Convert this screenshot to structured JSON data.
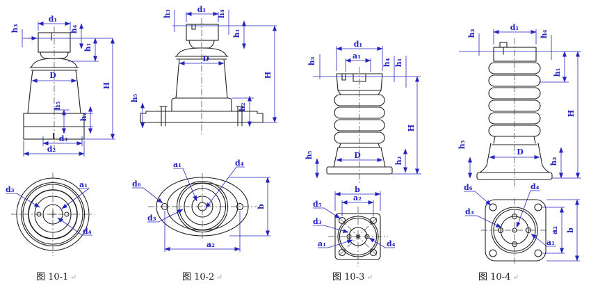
{
  "page": {
    "background": "#ffffff",
    "dimension_color": "#2323c0",
    "outline_color": "#1f1f1f"
  },
  "figures": [
    {
      "caption": "图 10-1",
      "return_mark": "↵",
      "side": {
        "h3": "h₃",
        "d1": "d₁",
        "h4": "h₄",
        "h1": "h₁",
        "D": "D",
        "H": "H",
        "h5": "h₅",
        "h2": "h₂",
        "d3": "d₃",
        "d2": "d₂"
      },
      "bottom": {
        "d3": "d₃",
        "a1": "a₁",
        "d4": "d₄"
      }
    },
    {
      "caption": "图 10-2",
      "return_mark": "↵",
      "side": {
        "h3": "h₃",
        "d1": "d₁",
        "h4": "h₄",
        "h1": "h₁",
        "D": "D",
        "H": "H",
        "h5": "h₅",
        "h2": "h₂"
      },
      "bottom": {
        "d6": "d₆",
        "a1": "a₁",
        "d4": "d₄",
        "d3": "d₃",
        "b": "b",
        "a2": "a₂"
      }
    },
    {
      "caption": "图 10-3",
      "return_mark": "↵",
      "side": {
        "h3": "h₃",
        "d1": "d₁",
        "a1": "a₁",
        "h4": "h₄",
        "h1": "h₁",
        "H": "H",
        "h5": "h₅",
        "D": "D",
        "h2": "h₂"
      },
      "bottom": {
        "b": "b",
        "a2": "a₂",
        "d5": "d₅",
        "d3": "d₃",
        "a1": "a₁",
        "d4": "d₄"
      }
    },
    {
      "caption": "图 10-4",
      "return_mark": "↵",
      "side": {
        "h3": "h₃",
        "d1": "d₁",
        "h4": "h₄",
        "h1": "h₁",
        "H": "H",
        "h5": "h₅",
        "D": "D",
        "h2": "h₂"
      },
      "bottom": {
        "d6": "d₆",
        "d4": "d₄",
        "d3": "d₃",
        "a1": "a₁",
        "a2": "a₂",
        "b": "b"
      }
    }
  ]
}
